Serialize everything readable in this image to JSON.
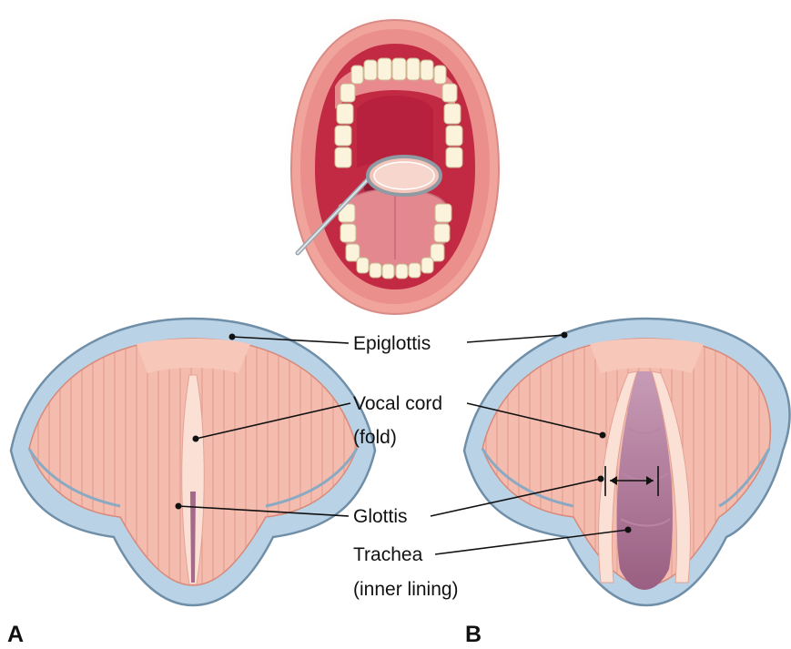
{
  "labels": {
    "epiglottis": "Epiglottis",
    "vocal_cord": "Vocal cord",
    "vocal_cord_sub": "(fold)",
    "glottis": "Glottis",
    "trachea": "Trachea",
    "trachea_sub": "(inner lining)"
  },
  "panels": {
    "left": "A",
    "right": "B"
  },
  "colors": {
    "tissue": "#f2b4a4",
    "tissue_line": "#d8897a",
    "cartilage_rim": "#b9d2e6",
    "cartilage_edge": "#6f8ea8",
    "airway": "#a56a8a",
    "mouth_interior": "#c9304a",
    "lip": "#f0a7a0",
    "tooth": "#fbf3dc"
  }
}
